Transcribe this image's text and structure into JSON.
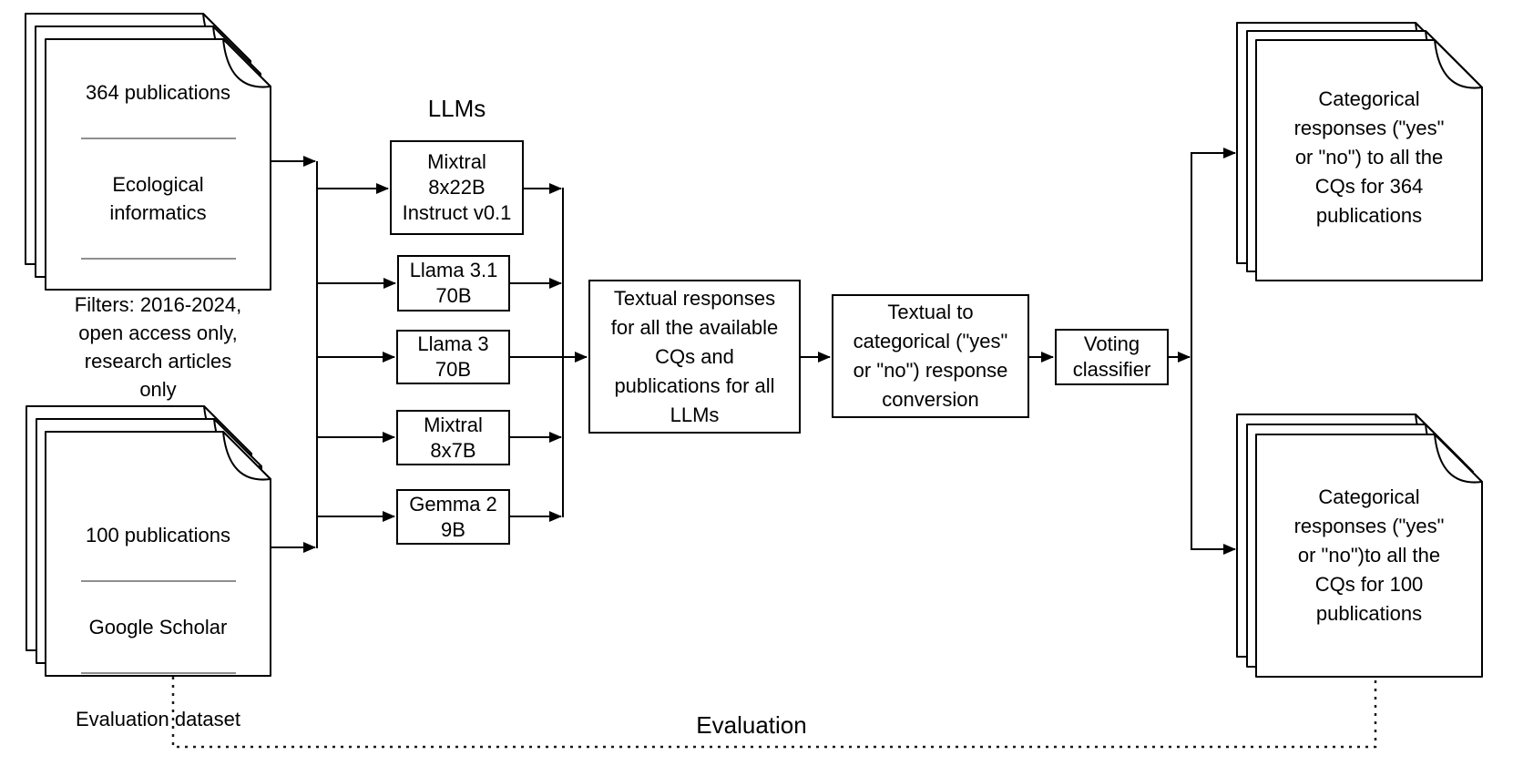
{
  "figure": {
    "llms_heading": "LLMs",
    "evaluation_label": "Evaluation"
  },
  "input_documents": {
    "ecological_informatics": {
      "publication_count": "364 publications",
      "source": "Ecological\ninformatics",
      "filters": "Filters: 2016-2024,\nopen access only,\nresearch articles\nonly"
    },
    "evaluation_dataset": {
      "publication_count": "100 publications",
      "source": "Google Scholar",
      "description": "Evaluation dataset"
    }
  },
  "llm_models": [
    {
      "label": "Mixtral\n8x22B\nInstruct v0.1"
    },
    {
      "label": "Llama 3.1\n70B"
    },
    {
      "label": "Llama 3\n70B"
    },
    {
      "label": "Mixtral\n8x7B"
    },
    {
      "label": "Gemma 2\n9B"
    }
  ],
  "process_steps": {
    "textual_responses": "Textual responses\nfor all the available\nCQs and\npublications for all\nLLMs",
    "conversion": "Textual to\ncategorical (\"yes\"\nor \"no\") response\nconversion",
    "voting_classifier": "Voting\nclassifier"
  },
  "output_documents": {
    "all_364": "Categorical\nresponses (\"yes\"\nor \"no\") to all the\nCQs for 364\npublications",
    "eval_100": "Categorical\nresponses (\"yes\"\nor \"no\")to all the\nCQs for 100\npublications"
  },
  "colors": {
    "line": "#000000",
    "separator": "#8f8f8f",
    "background": "#ffffff"
  }
}
